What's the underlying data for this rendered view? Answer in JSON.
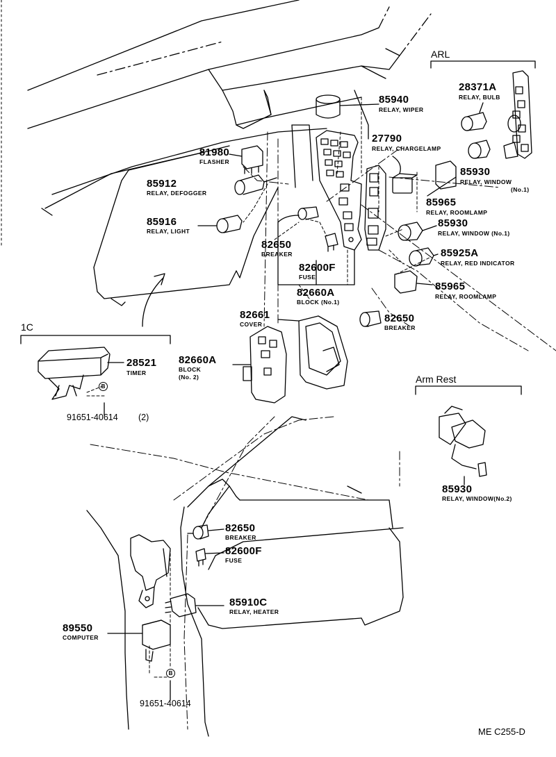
{
  "diagram": {
    "page_code": "ME C255-D",
    "sections": {
      "arl": "ARL",
      "one_c": "1C",
      "arm_rest": "Arm Rest"
    },
    "parts": {
      "p85940": {
        "number": "85940",
        "name": "RELAY, WIPER"
      },
      "p28371a": {
        "number": "28371A",
        "name": "RELAY, BULB"
      },
      "p27790": {
        "number": "27790",
        "name": "RELAY, CHARGELAMP"
      },
      "p81980": {
        "number": "81980",
        "name": "FLASHER"
      },
      "p85912": {
        "number": "85912",
        "name": "RELAY, DEFOGGER"
      },
      "p85930_arl": {
        "number": "85930",
        "name": "RELAY, WINDOW",
        "qualifier": "(No.1)"
      },
      "p85965_arl": {
        "number": "85965",
        "name": "RELAY, ROOMLAMP"
      },
      "p85916": {
        "number": "85916",
        "name": "RELAY, LIGHT"
      },
      "p85930_mid": {
        "number": "85930",
        "name": "RELAY, WINDOW (No.1)"
      },
      "p82650_top": {
        "number": "82650",
        "name": "BREAKER"
      },
      "p85925a": {
        "number": "85925A",
        "name": "RELAY, RED INDICATOR"
      },
      "p82600f_top": {
        "number": "82600F",
        "name": "FUSE"
      },
      "p85965_mid": {
        "number": "85965",
        "name": "RELAY, ROOMLAMP"
      },
      "p82660a_1": {
        "number": "82660A",
        "name": "BLOCK (No.1)"
      },
      "p82661": {
        "number": "82661",
        "name": "COVER"
      },
      "p82650_mid": {
        "number": "82650",
        "name": "BREAKER"
      },
      "p28521": {
        "number": "28521",
        "name": "TIMER"
      },
      "p82660a_2": {
        "number": "82660A",
        "name": "BLOCK",
        "qualifier": "(No. 2)"
      },
      "p91651_top": {
        "number": "91651-40614",
        "qualifier": "(2)"
      },
      "p85930_arm": {
        "number": "85930",
        "name": "RELAY, WINDOW(No.2)"
      },
      "p82650_bot": {
        "number": "82650",
        "name": "BREAKER"
      },
      "p82600f_bot": {
        "number": "82600F",
        "name": "FUSE"
      },
      "p85910c": {
        "number": "85910C",
        "name": "RELAY, HEATER"
      },
      "p89550": {
        "number": "89550",
        "name": "COMPUTER"
      },
      "p91651_bot": {
        "number": "91651-40614"
      }
    },
    "fastener_marker": "B"
  }
}
